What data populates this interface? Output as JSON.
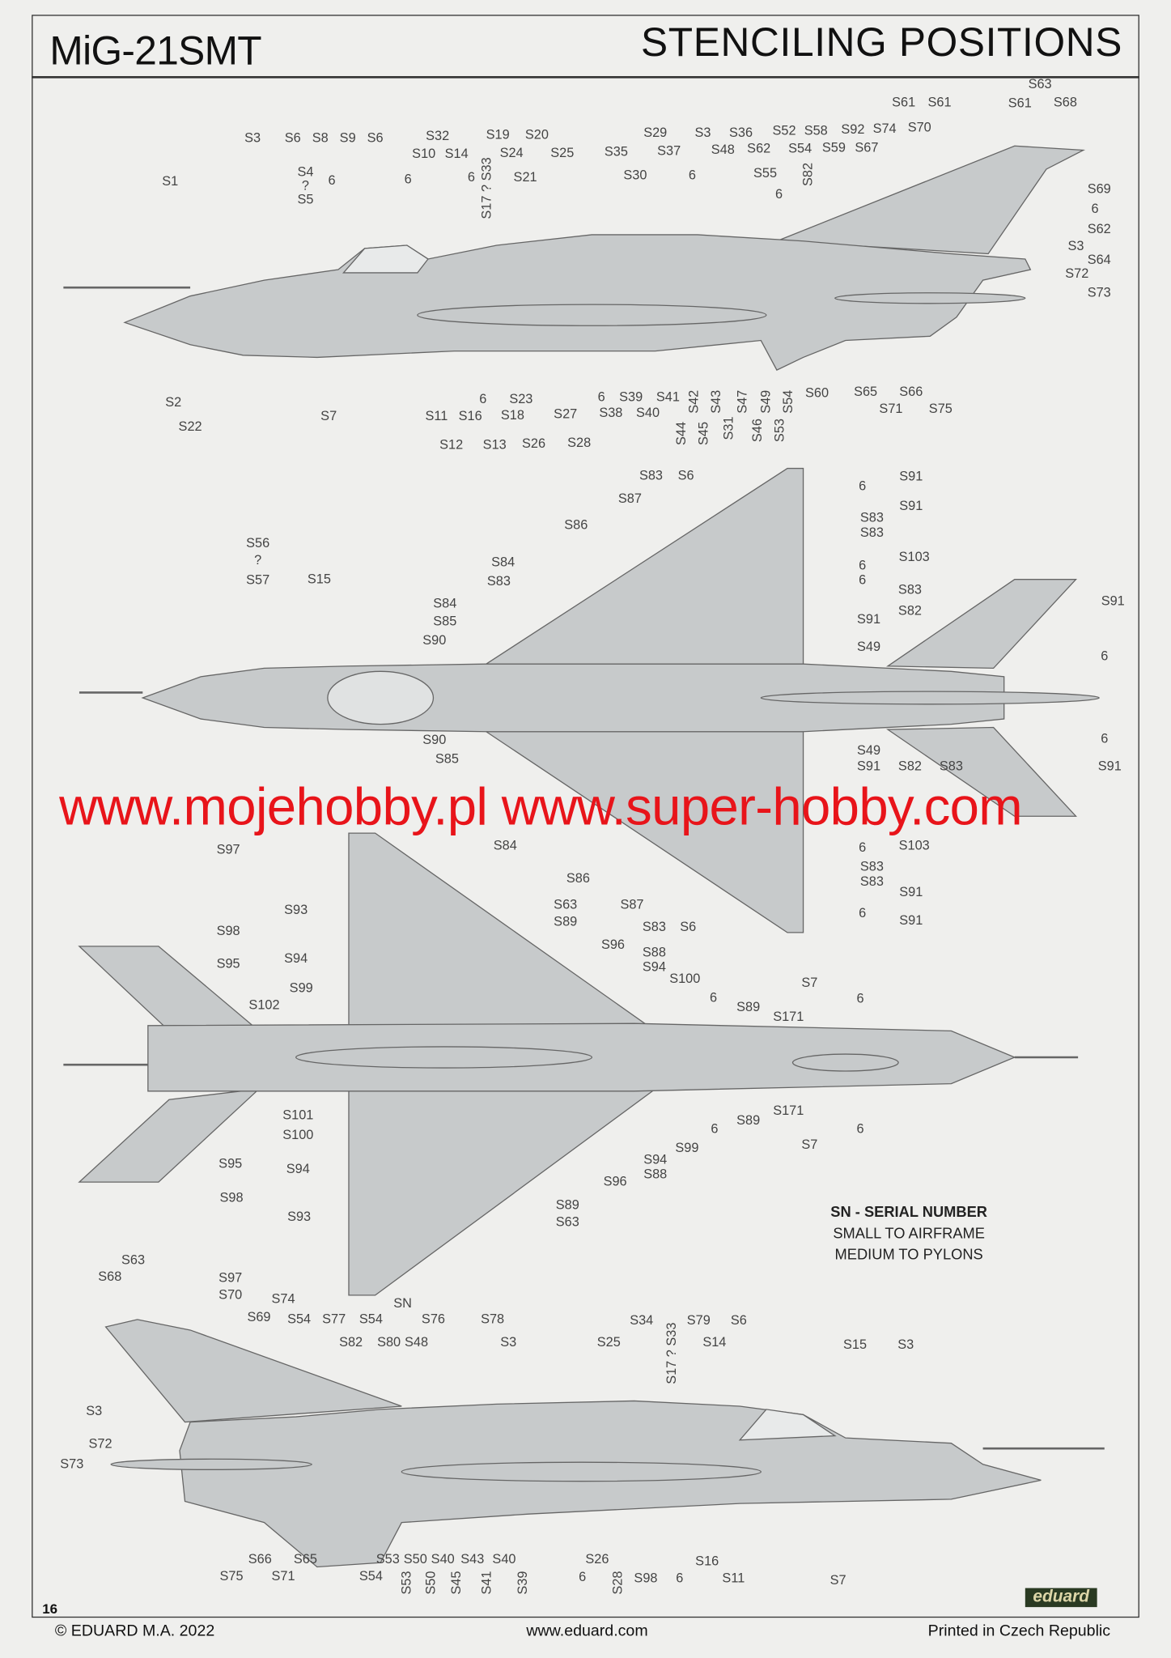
{
  "header": {
    "title": "MiG-21SMT",
    "section": "STENCILING POSITIONS"
  },
  "watermark": "www.mojehobby.pl www.super-hobby.com",
  "notes": {
    "heading": "SN - SERIAL NUMBER",
    "line1": "SMALL TO AIRFRAME",
    "line2": "MEDIUM TO PYLONS"
  },
  "footer": {
    "page": "16",
    "copyright": "© EDUARD M.A. 2022",
    "website": "www.eduard.com",
    "printed": "Printed in Czech Republic",
    "logo": "eduard"
  },
  "colors": {
    "airframe": "#c7cacb",
    "paper": "#efefed",
    "watermark": "#e8141a"
  },
  "views": {
    "side_left": {
      "labels": [
        "S3",
        "S6",
        "S8",
        "S9",
        "S6",
        "S32",
        "S19",
        "S20",
        "S10",
        "S14",
        "S24",
        "S25",
        "S4",
        "?",
        "S5",
        "6",
        "6",
        "6",
        "S17 ? S33",
        "S21",
        "S35",
        "S29",
        "S37",
        "S3",
        "S36",
        "S48",
        "S52",
        "S58",
        "S92",
        "S74",
        "S70",
        "S62",
        "S54",
        "S59",
        "S67",
        "S30",
        "6",
        "S55",
        "S82",
        "6",
        "S61",
        "S61",
        "S63",
        "S61",
        "S68",
        "S1",
        "S69",
        "6",
        "S62",
        "S3",
        "S64",
        "S72",
        "S73",
        "S2",
        "S22",
        "S7",
        "6",
        "S23",
        "S11",
        "S16",
        "S18",
        "S27",
        "6",
        "S39",
        "S41",
        "S38",
        "S40",
        "S42",
        "S43",
        "S47",
        "S49",
        "S54",
        "S44",
        "S45",
        "S31",
        "S46",
        "S53",
        "S60",
        "S65",
        "S66",
        "S71",
        "S75",
        "S12",
        "S13",
        "S26",
        "S28"
      ]
    },
    "top": {
      "labels": [
        "S83",
        "S6",
        "S91",
        "6",
        "S87",
        "S91",
        "S86",
        "S83",
        "S83",
        "S84",
        "S83",
        "S103",
        "6",
        "6",
        "S83",
        "S82",
        "S91",
        "S91",
        "S84",
        "S85",
        "S90",
        "S49",
        "6",
        "6",
        "S49",
        "S56",
        "?",
        "S57",
        "S15",
        "S90",
        "S85",
        "S91",
        "S82",
        "S83",
        "S91",
        "S84",
        "6",
        "S103",
        "S86",
        "S83",
        "S83",
        "S91",
        "S87",
        "6",
        "S91",
        "S83",
        "S6"
      ]
    },
    "underside": {
      "labels": [
        "S97",
        "S93",
        "S63",
        "S89",
        "S98",
        "S95",
        "S94",
        "S96",
        "S88",
        "S94",
        "S100",
        "S99",
        "S102",
        "6",
        "S89",
        "S7",
        "6",
        "S171",
        "S171",
        "S101",
        "S100",
        "6",
        "S89",
        "S99",
        "S7",
        "6",
        "S95",
        "S94",
        "S94",
        "S88",
        "S96",
        "S98",
        "S93",
        "S89",
        "S63"
      ]
    },
    "side_right": {
      "labels": [
        "S63",
        "S68",
        "S97",
        "S70",
        "S74",
        "S69",
        "S54",
        "S77",
        "S54",
        "SN",
        "S76",
        "S78",
        "S82",
        "S80",
        "S48",
        "S3",
        "S25",
        "S34",
        "S17 ? S33",
        "S79",
        "S6",
        "S14",
        "S15",
        "S3",
        "S3",
        "S72",
        "S73",
        "S66",
        "S65",
        "S53",
        "S50",
        "S40",
        "S43",
        "S40",
        "S26",
        "S16",
        "S75",
        "S71",
        "S54",
        "S53",
        "S50",
        "S45",
        "S41",
        "S39",
        "6",
        "S28",
        "S98",
        "6",
        "S11",
        "S7"
      ]
    }
  }
}
